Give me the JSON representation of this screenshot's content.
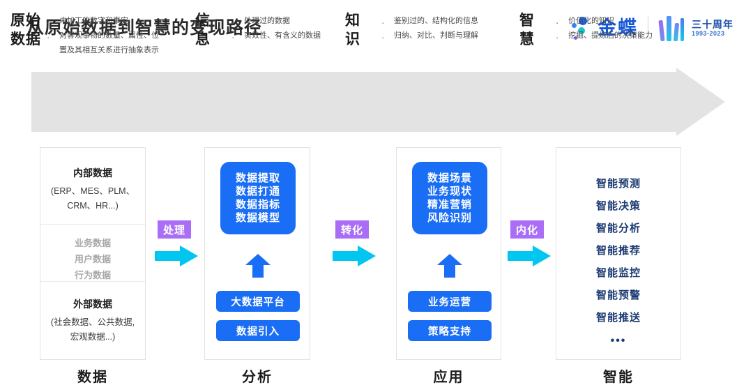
{
  "header": {
    "title": "从原始数据到智慧的变现路径",
    "logo": {
      "brand": "金蝶",
      "anniversary_cn": "三十周年",
      "anniversary_years": "1993-2023"
    }
  },
  "banner": {
    "stages": [
      {
        "name": "原始\n数据",
        "name_line1": "原始",
        "name_line2": "数据",
        "bullets": [
          "未加工的数字和事实",
          "对客观事物的数量、属性、位",
          "置及其相互关系进行抽象表示"
        ]
      },
      {
        "name_line1": "信",
        "name_line2": "息",
        "bullets": [
          "处理过的数据",
          "实效性、有含义的数据"
        ]
      },
      {
        "name_line1": "知",
        "name_line2": "识",
        "bullets": [
          "鉴别过的、结构化的信息",
          "归纳、对比、判断与理解"
        ]
      },
      {
        "name_line1": "智",
        "name_line2": "慧",
        "bullets": [
          "价值化的知识",
          "挖掘、提炼后的决策能力"
        ]
      }
    ]
  },
  "columns": [
    {
      "label": "数据",
      "segments": {
        "internal": {
          "title": "内部数据",
          "sub_line1": "(ERP、MES、PLM、",
          "sub_line2": "CRM、HR...)"
        },
        "middle": [
          "业务数据",
          "用户数据",
          "行为数据"
        ],
        "external": {
          "title": "外部数据",
          "sub_line1": "(社会数据、公共数据,",
          "sub_line2": "宏观数据...)"
        }
      }
    },
    {
      "label": "分析",
      "card": [
        "数据提取",
        "数据打通",
        "数据指标",
        "数据模型"
      ],
      "pills": [
        "大数据平台",
        "数据引入"
      ]
    },
    {
      "label": "应用",
      "card": [
        "数据场景",
        "业务现状",
        "精准营销",
        "风险识别"
      ],
      "pills": [
        "业务运营",
        "策略支持"
      ]
    },
    {
      "label": "智能",
      "items": [
        "智能预测",
        "智能决策",
        "智能分析",
        "智能推荐",
        "智能监控",
        "智能预警",
        "智能推送"
      ],
      "ellipsis": "•••"
    }
  ],
  "connectors": [
    {
      "label": "处理"
    },
    {
      "label": "转化"
    },
    {
      "label": "内化"
    }
  ],
  "colors": {
    "blue": "#1a6ef5",
    "cyan_arrow": "#00c6f0",
    "purple_badge": "#a96ef5",
    "navy_text": "#1b3a72",
    "banner_gray": "#e3e3e3"
  }
}
